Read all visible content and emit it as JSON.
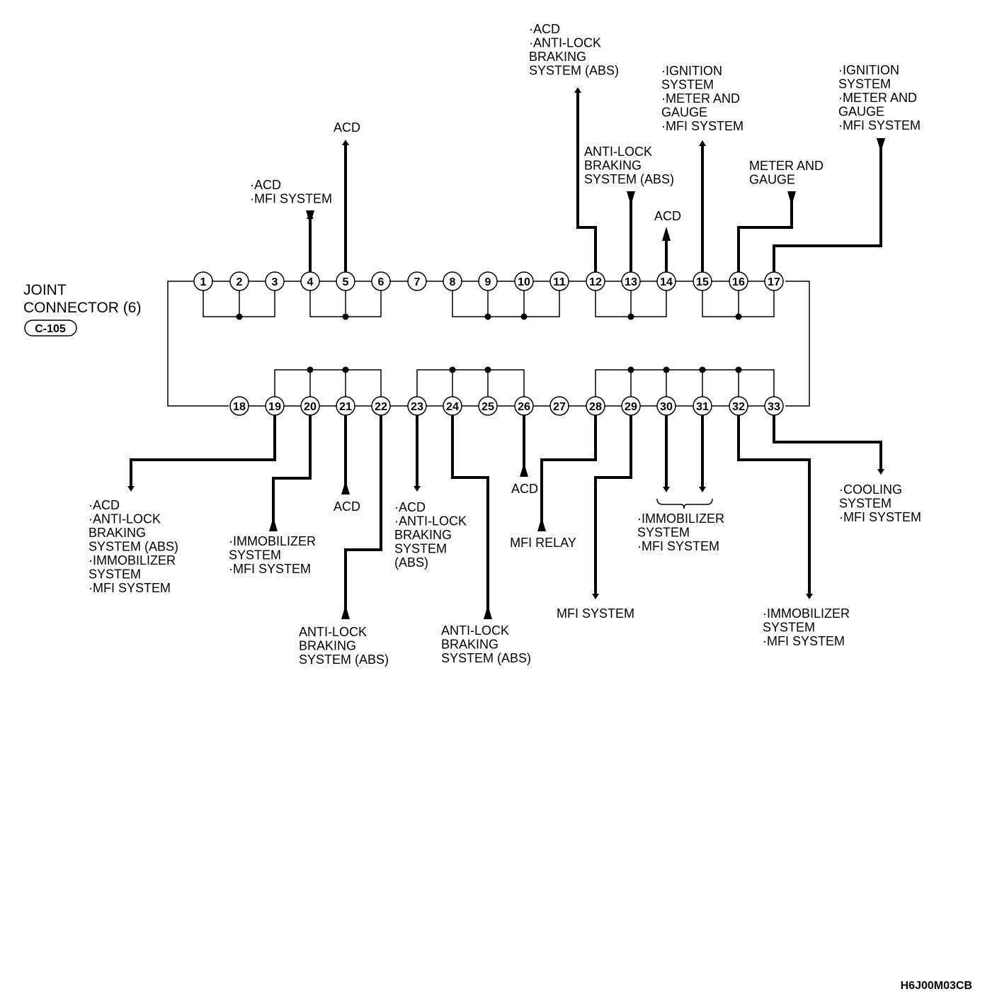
{
  "connector": {
    "title_line1": "JOINT",
    "title_line2": "CONNECTOR (6)",
    "code": "C-105"
  },
  "pins_top": [
    "1",
    "2",
    "3",
    "4",
    "5",
    "6",
    "7",
    "8",
    "9",
    "10",
    "11",
    "12",
    "13",
    "14",
    "15",
    "16",
    "17"
  ],
  "pins_bottom": [
    "18",
    "19",
    "20",
    "21",
    "22",
    "23",
    "24",
    "25",
    "26",
    "27",
    "28",
    "29",
    "30",
    "31",
    "32",
    "33"
  ],
  "labels": {
    "p4": [
      "·ACD",
      "·MFI SYSTEM"
    ],
    "p5": [
      "ACD"
    ],
    "p12": [
      "·ACD",
      "·ANTI-LOCK",
      "BRAKING",
      "SYSTEM (ABS)"
    ],
    "p13": [
      "ANTI-LOCK",
      "BRAKING",
      "SYSTEM (ABS)"
    ],
    "p14": [
      "ACD"
    ],
    "p15": [
      "·IGNITION",
      "SYSTEM",
      "·METER AND",
      "GAUGE",
      "·MFI SYSTEM"
    ],
    "p16": [
      "METER AND",
      "GAUGE"
    ],
    "p17": [
      "·IGNITION",
      "SYSTEM",
      "·METER AND",
      "GAUGE",
      "·MFI SYSTEM"
    ],
    "p19": [
      "·ACD",
      "·ANTI-LOCK",
      "BRAKING",
      "SYSTEM (ABS)",
      "·IMMOBILIZER",
      "SYSTEM",
      "·MFI SYSTEM"
    ],
    "p20": [
      "·IMMOBILIZER",
      "SYSTEM",
      "·MFI SYSTEM"
    ],
    "p21": [
      "ACD"
    ],
    "p22": [
      "ANTI-LOCK",
      "BRAKING",
      "SYSTEM (ABS)"
    ],
    "p23": [
      "·ACD",
      "·ANTI-LOCK",
      "BRAKING",
      "SYSTEM",
      "(ABS)"
    ],
    "p24": [
      "ANTI-LOCK",
      "BRAKING",
      "SYSTEM (ABS)"
    ],
    "p26": [
      "ACD"
    ],
    "p28": [
      "MFI RELAY"
    ],
    "p29": [
      "MFI SYSTEM"
    ],
    "p30_31": [
      "·IMMOBILIZER",
      "SYSTEM",
      "·MFI SYSTEM"
    ],
    "p32": [
      "·IMMOBILIZER",
      "SYSTEM",
      "·MFI SYSTEM"
    ],
    "p33": [
      "·COOLING",
      "SYSTEM",
      "·MFI SYSTEM"
    ]
  },
  "figure_code": "H6J00M03CB"
}
